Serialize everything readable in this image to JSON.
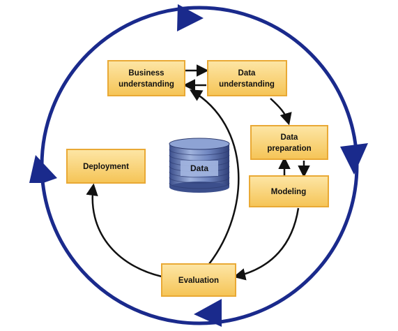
{
  "diagram": {
    "nodes": {
      "business_understanding": {
        "lines": [
          "Business",
          "understanding"
        ]
      },
      "data_understanding": {
        "lines": [
          "Data",
          "understanding"
        ]
      },
      "data_preparation": {
        "lines": [
          "Data",
          "preparation"
        ]
      },
      "modeling": {
        "lines": [
          "Modeling"
        ]
      },
      "evaluation": {
        "lines": [
          "Evaluation"
        ]
      },
      "deployment": {
        "lines": [
          "Deployment"
        ]
      }
    },
    "center": {
      "label": "Data"
    },
    "colors": {
      "box_fill": "#fbd77a",
      "box_edge": "#e9a935",
      "ring": "#1a2a8c",
      "arrow": "#111111",
      "cylinder": "#5a6fa8"
    }
  }
}
